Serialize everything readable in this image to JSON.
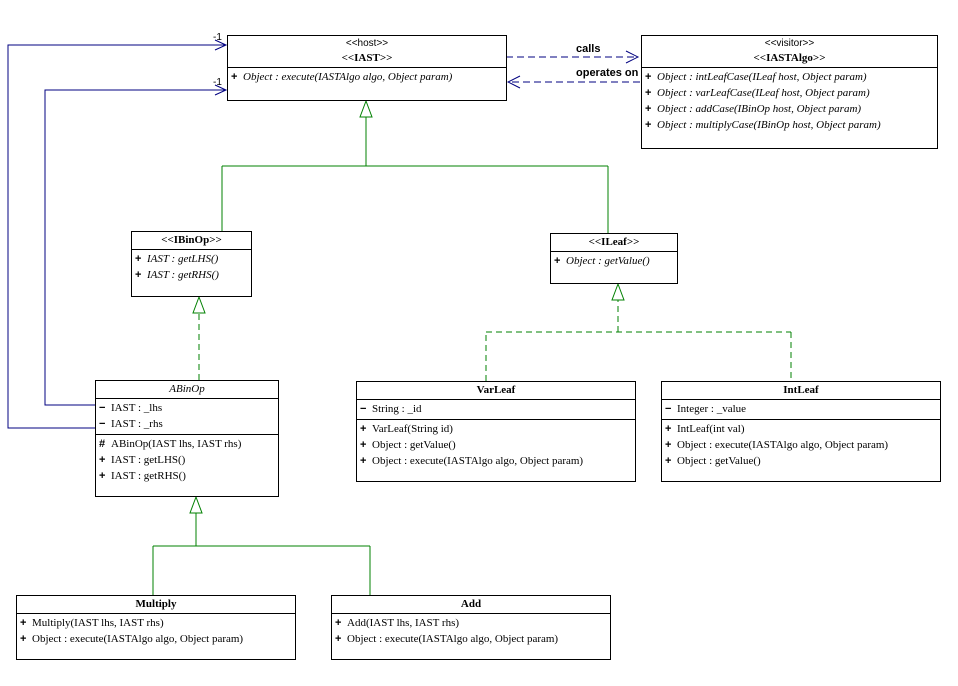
{
  "colors": {
    "generalization": "#008000",
    "association": "#000080",
    "dependency": "#000080",
    "border": "#000000"
  },
  "classes": {
    "iast": {
      "stereotype": "<<host>>",
      "name": "<<IAST>>",
      "operations": [
        "Object : execute(IASTAlgo algo, Object param)"
      ]
    },
    "iastalgo": {
      "stereotype": "<<visitor>>",
      "name": "<<IASTAlgo>>",
      "operations": [
        "Object : intLeafCase(ILeaf host, Object param)",
        "Object : varLeafCase(ILeaf host, Object param)",
        "Object : addCase(IBinOp host, Object param)",
        "Object : multiplyCase(IBinOp host, Object param)"
      ]
    },
    "ibinop": {
      "name": "<<IBinOp>>",
      "operations": [
        "IAST : getLHS()",
        "IAST : getRHS()"
      ]
    },
    "ileaf": {
      "name": "<<ILeaf>>",
      "operations": [
        "Object : getValue()"
      ]
    },
    "abinop": {
      "name": "ABinOp",
      "attributes": [
        "IAST : _lhs",
        "IAST : _rhs"
      ],
      "operations": [
        "ABinOp(IAST lhs, IAST rhs)",
        "IAST : getLHS()",
        "IAST : getRHS()"
      ]
    },
    "varleaf": {
      "name": "VarLeaf",
      "attributes": [
        "String : _id"
      ],
      "operations": [
        "VarLeaf(String id)",
        "Object : getValue()",
        "Object : execute(IASTAlgo algo, Object param)"
      ]
    },
    "intleaf": {
      "name": "IntLeaf",
      "attributes": [
        "Integer : _value"
      ],
      "operations": [
        "IntLeaf(int val)",
        "Object : execute(IASTAlgo algo, Object param)",
        "Object : getValue()"
      ]
    },
    "multiply": {
      "name": "Multiply",
      "operations": [
        "Multiply(IAST lhs, IAST rhs)",
        "Object : execute(IASTAlgo algo, Object param)"
      ]
    },
    "add": {
      "name": "Add",
      "operations": [
        "Add(IAST lhs, IAST rhs)",
        "Object : execute(IASTAlgo algo, Object param)"
      ]
    }
  },
  "visibility": {
    "public": "+",
    "private": "−",
    "protected": "#"
  },
  "relations": {
    "calls": "calls",
    "operates_on": "operates on",
    "multiplicity_lhs": "1",
    "multiplicity_rhs": "1"
  }
}
